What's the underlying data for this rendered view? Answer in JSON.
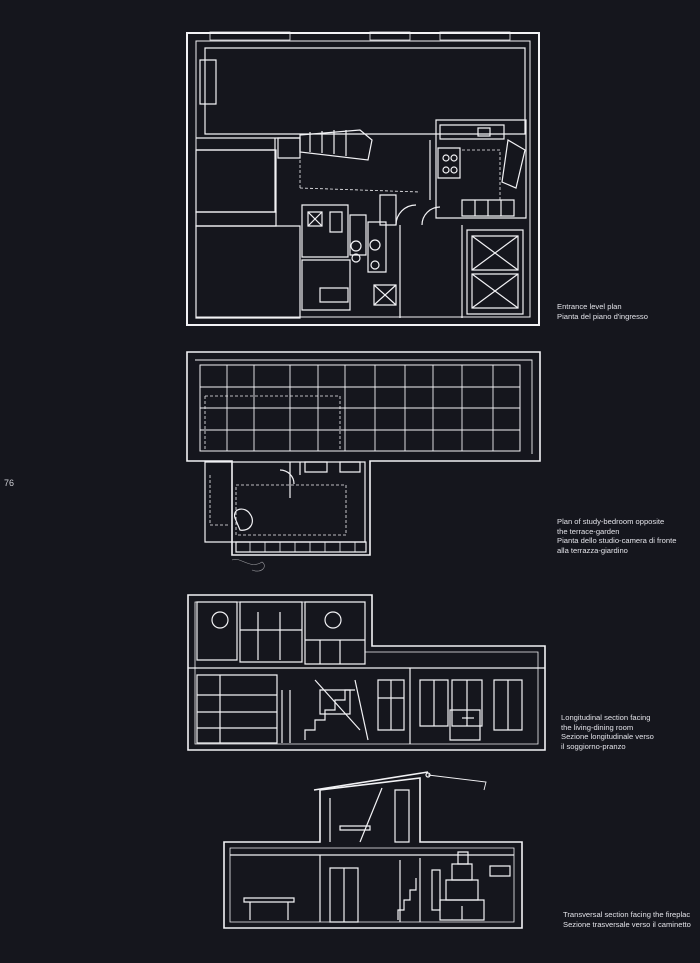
{
  "page": {
    "number": "76",
    "background": "#15161d",
    "line_color": "#f2f2f5"
  },
  "captions": {
    "entrance": [
      "Entrance level plan",
      "Pianta del piano d'ingresso"
    ],
    "study": [
      "Plan of study-bedroom opposite",
      "the terrace-garden",
      "Pianta dello studio-camera di fronte",
      "alla terrazza-giardino"
    ],
    "longitudinal": [
      "Longitudinal section facing",
      "the living-dining room",
      "Sezione longitudinale verso",
      "il soggiorno-pranzo"
    ],
    "transversal": [
      "Transversal section facing the fireplac",
      "Sezione trasversale verso il caminetto"
    ]
  }
}
